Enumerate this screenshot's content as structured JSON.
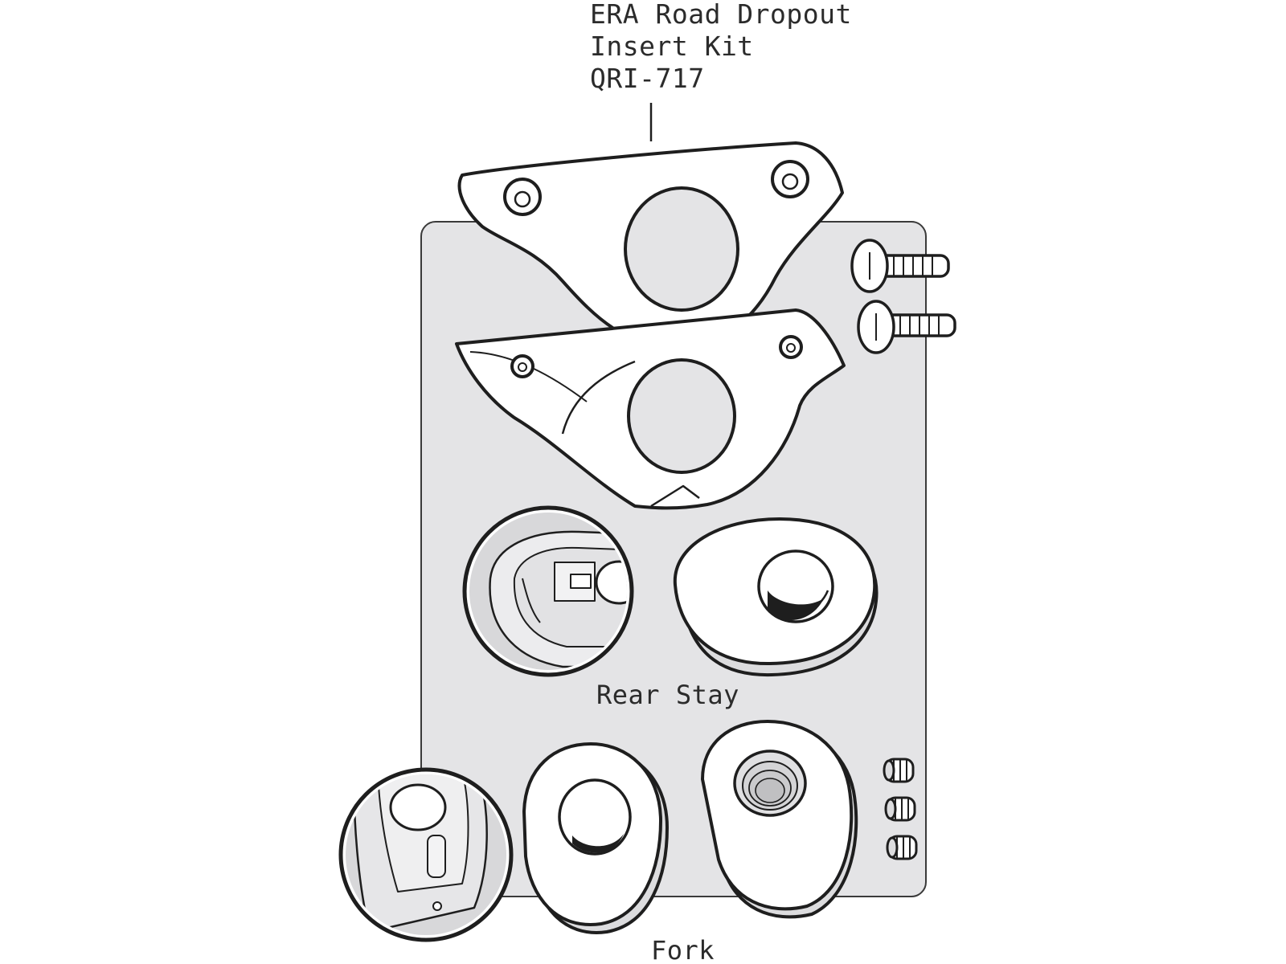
{
  "callout": {
    "line1": "ERA Road Dropout",
    "line2": "Insert Kit",
    "line3": "QRI-717"
  },
  "labels": {
    "rear": "Rear Stay",
    "fork": "Fork"
  },
  "colors": {
    "panel": "#e4e4e6",
    "outline": "#1e1e1e",
    "part_fill": "#ffffff",
    "shade": "#d2d2d4"
  }
}
